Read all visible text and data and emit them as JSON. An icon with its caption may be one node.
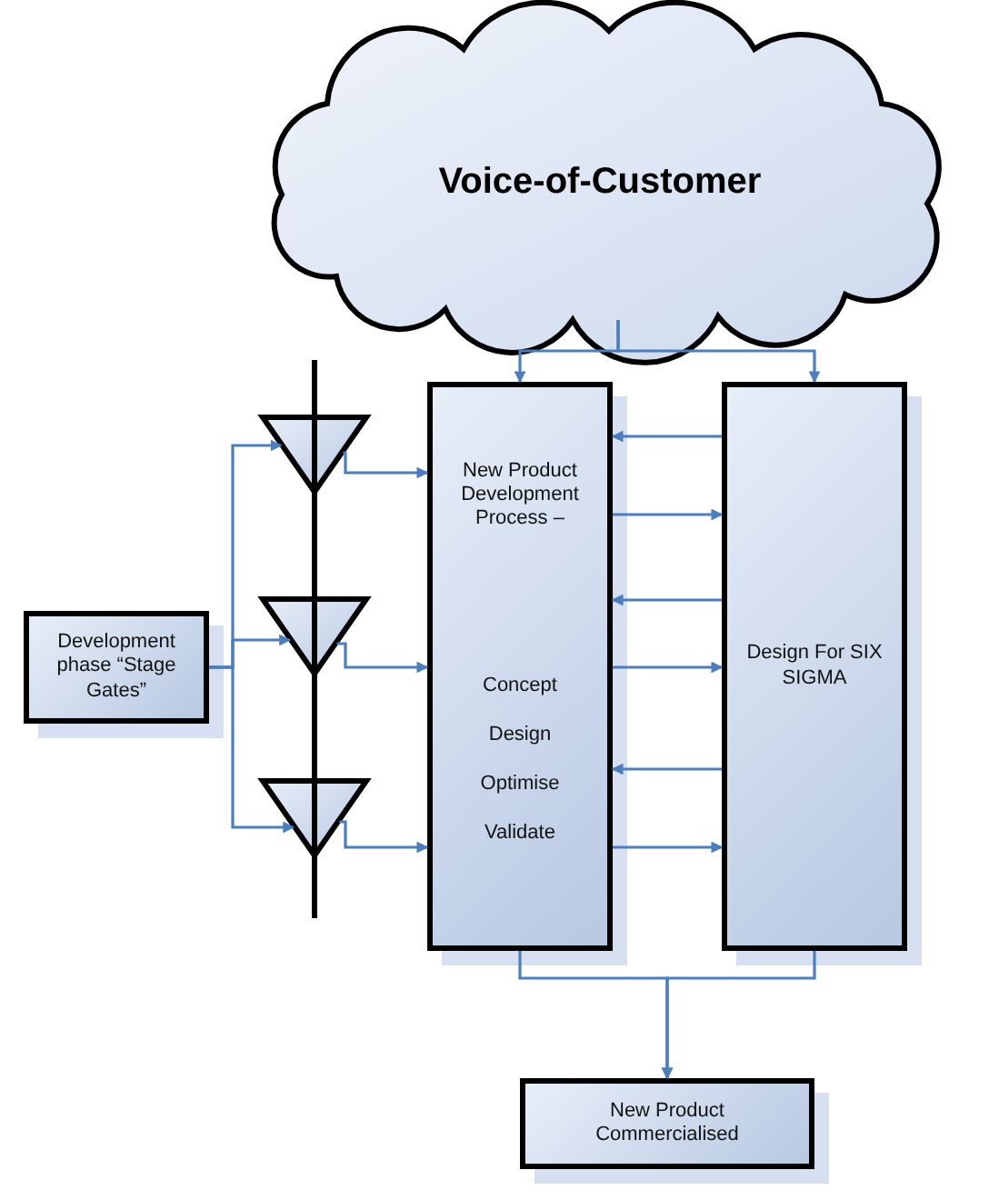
{
  "diagram": {
    "nodes": [
      {
        "text": [
          "Voice-of-Customer"
        ]
      },
      {
        "text": [
          "New Product Development Process –",
          "Concept",
          "Design",
          "Optimise",
          "Validate"
        ]
      },
      {
        "text": [
          "Design For SIX SIGMA"
        ]
      },
      {
        "text": [
          "Development phase “Stage Gates”"
        ]
      },
      {
        "text": [],
        "shape": "triangle"
      },
      {
        "text": [],
        "shape": "triangle"
      },
      {
        "text": [],
        "shape": "triangle"
      },
      {
        "text": [
          "New Product Commercialised"
        ]
      }
    ],
    "edges": [
      {
        "from": 0,
        "to": 1,
        "arrow": "to"
      },
      {
        "from": 0,
        "to": 2,
        "arrow": "to"
      },
      {
        "from": 2,
        "to": 1,
        "arrow": "to"
      },
      {
        "from": 1,
        "to": 2,
        "arrow": "to"
      },
      {
        "from": 2,
        "to": 1,
        "arrow": "to"
      },
      {
        "from": 1,
        "to": 2,
        "arrow": "to"
      },
      {
        "from": 2,
        "to": 1,
        "arrow": "to"
      },
      {
        "from": 1,
        "to": 2,
        "arrow": "to"
      },
      {
        "from": 3,
        "to": 4,
        "arrow": "to"
      },
      {
        "from": 3,
        "to": 5,
        "arrow": "to"
      },
      {
        "from": 3,
        "to": 6,
        "arrow": "to"
      },
      {
        "from": 4,
        "to": 1,
        "arrow": "to"
      },
      {
        "from": 5,
        "to": 1,
        "arrow": "to"
      },
      {
        "from": 6,
        "to": 1,
        "arrow": "to"
      },
      {
        "from": 1,
        "to": 7,
        "arrow": "to"
      },
      {
        "from": 2,
        "to": 7,
        "arrow": "to"
      }
    ]
  }
}
